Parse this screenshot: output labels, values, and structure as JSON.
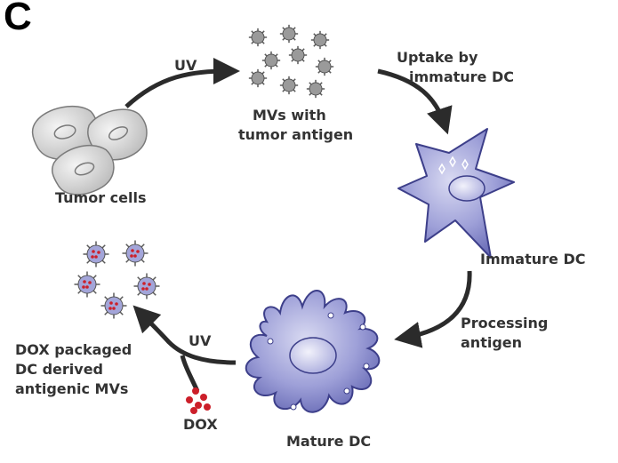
{
  "panel_letter": "C",
  "labels": {
    "uv_top": "UV",
    "mvs_line1": "MVs with",
    "mvs_line2": "tumor antigen",
    "uptake_line1": "Uptake by",
    "uptake_line2": "immature DC",
    "tumor_cells": "Tumor cells",
    "immature_dc": "Immature DC",
    "processing_line1": "Processing",
    "processing_line2": "antigen",
    "mature_dc": "Mature DC",
    "uv_bottom": "UV",
    "dox_packaged_line1": "DOX packaged",
    "dox_packaged_line2": "DC derived",
    "dox_packaged_line3": "antigenic MVs",
    "dox": "DOX"
  },
  "colors": {
    "arrow": "#2b2b2b",
    "dc_fill": "#8e90cf",
    "dc_stroke": "#3d3f8a",
    "tumor_fill": "#d8d8d8",
    "mv_fill": "#8a8a8a",
    "dox_red": "#cc1f2a",
    "text": "#333333"
  }
}
